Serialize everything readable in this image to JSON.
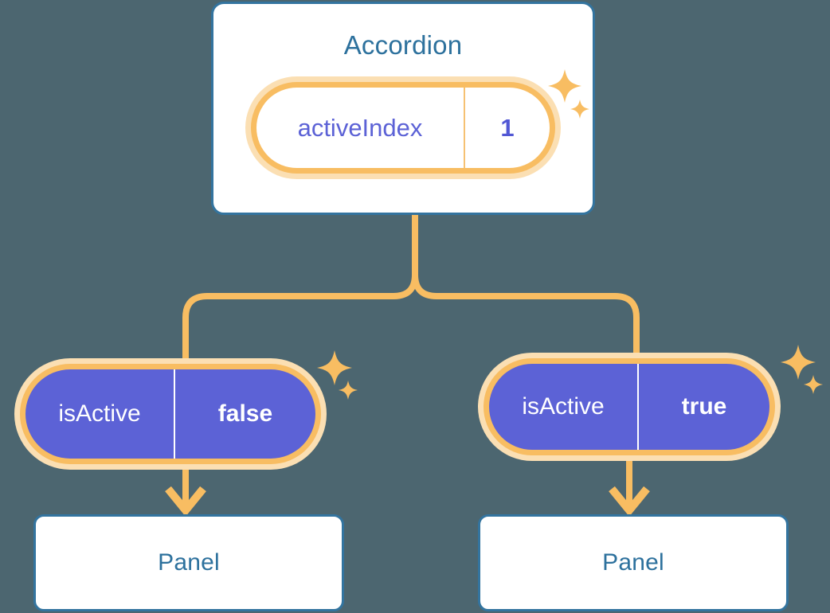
{
  "theme": {
    "background": "#4c6670",
    "card_border": "#33749f",
    "card_fill": "#ffffff",
    "title_color": "#2d719d",
    "accent_orange": "#f8bd62",
    "accent_orange_halo": "#fbdfb3",
    "pill_purple": "#5c62d6",
    "pill_text_light": "#ffffff",
    "pill_text_purple": "#5c62d6"
  },
  "diagram": {
    "root": {
      "title": "Accordion",
      "state": {
        "key": "activeIndex",
        "value": "1",
        "style": "light-pill",
        "sparkle_icon": "sparkle-icon"
      }
    },
    "children": [
      {
        "id": "left",
        "prop": {
          "key": "isActive",
          "value": "false",
          "style": "solid-pill",
          "sparkle_icon": "sparkle-icon"
        },
        "panel": {
          "title": "Panel"
        },
        "arrow_icon": "arrow-down-icon"
      },
      {
        "id": "right",
        "prop": {
          "key": "isActive",
          "value": "true",
          "style": "solid-pill",
          "sparkle_icon": "sparkle-icon"
        },
        "panel": {
          "title": "Panel"
        },
        "arrow_icon": "arrow-down-icon"
      }
    ]
  }
}
